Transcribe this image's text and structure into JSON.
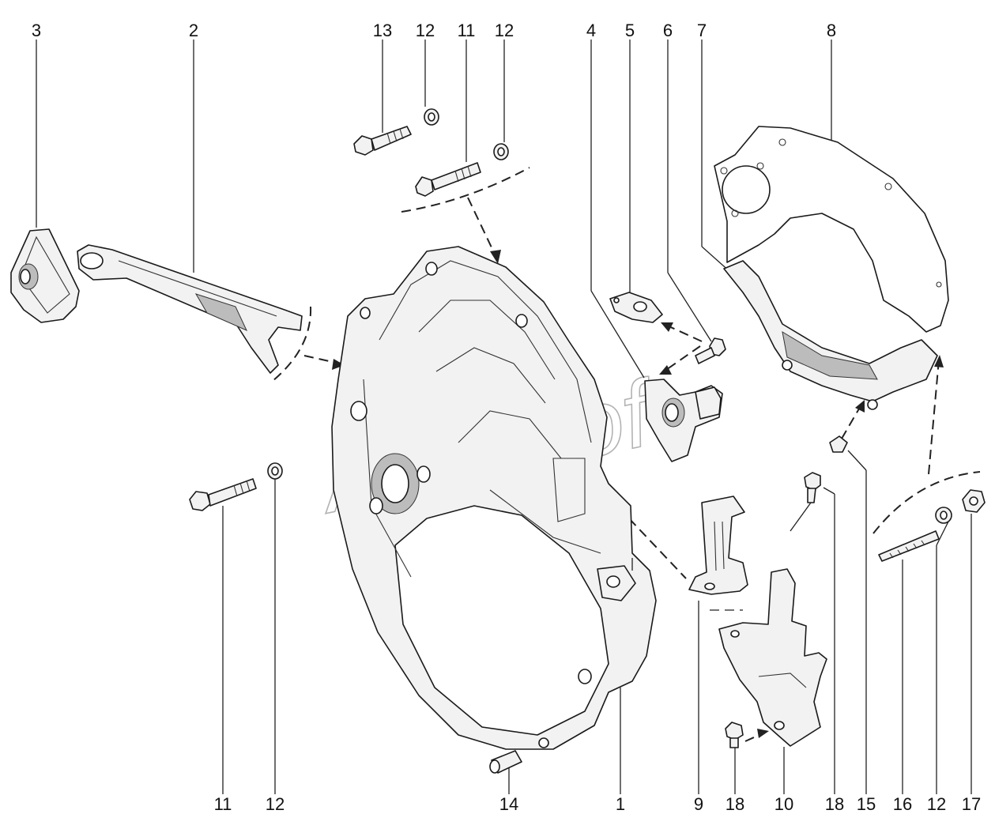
{
  "watermark": "AutoSoft",
  "callouts_top": [
    {
      "id": "3",
      "label": "3"
    },
    {
      "id": "2",
      "label": "2"
    },
    {
      "id": "13",
      "label": "13"
    },
    {
      "id": "12a",
      "label": "12"
    },
    {
      "id": "11a",
      "label": "11"
    },
    {
      "id": "12b",
      "label": "12"
    },
    {
      "id": "4",
      "label": "4"
    },
    {
      "id": "5",
      "label": "5"
    },
    {
      "id": "6",
      "label": "6"
    },
    {
      "id": "7",
      "label": "7"
    },
    {
      "id": "8",
      "label": "8"
    }
  ],
  "callouts_bottom": [
    {
      "id": "11b",
      "label": "11"
    },
    {
      "id": "12c",
      "label": "12"
    },
    {
      "id": "14",
      "label": "14"
    },
    {
      "id": "1",
      "label": "1"
    },
    {
      "id": "9",
      "label": "9"
    },
    {
      "id": "18a",
      "label": "18"
    },
    {
      "id": "10",
      "label": "10"
    },
    {
      "id": "18b",
      "label": "18"
    },
    {
      "id": "15",
      "label": "15"
    },
    {
      "id": "16",
      "label": "16"
    },
    {
      "id": "12d",
      "label": "12"
    },
    {
      "id": "17",
      "label": "17"
    }
  ]
}
